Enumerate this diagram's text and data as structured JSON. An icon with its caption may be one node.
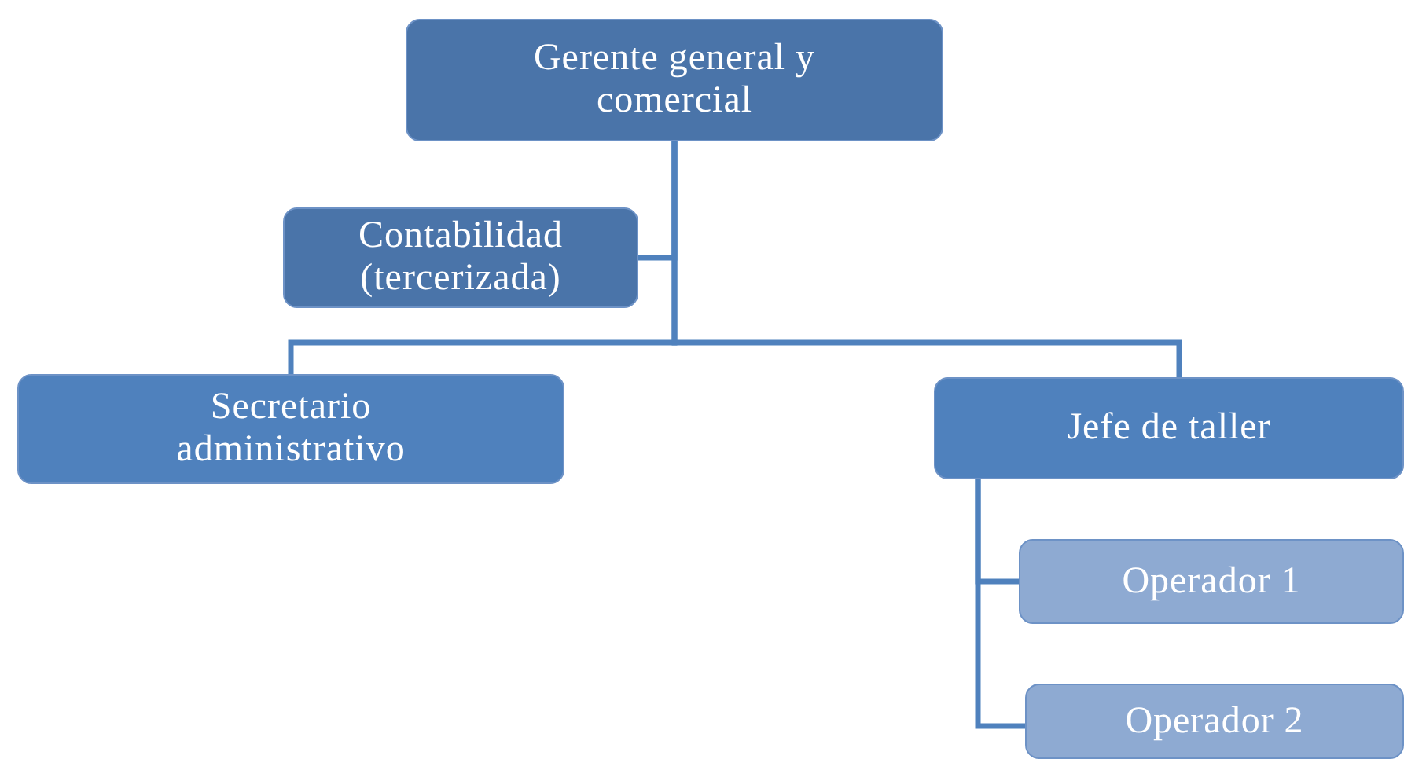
{
  "diagram": {
    "nodes": [
      {
        "text": [
          "Gerente general y comercial"
        ]
      },
      {
        "text": [
          "Contabilidad (tercerizada)"
        ]
      },
      {
        "text": [
          "Secretario administrativo"
        ]
      },
      {
        "text": [
          "Jefe de taller"
        ]
      },
      {
        "text": [
          "Operador 1"
        ]
      },
      {
        "text": [
          "Operador 2"
        ]
      }
    ],
    "edges": [
      {
        "from": 0,
        "to": 1,
        "arrow": "none"
      },
      {
        "from": 0,
        "to": 2,
        "arrow": "none"
      },
      {
        "from": 0,
        "to": 3,
        "arrow": "none"
      },
      {
        "from": 3,
        "to": 4,
        "arrow": "none"
      },
      {
        "from": 3,
        "to": 5,
        "arrow": "none"
      }
    ]
  }
}
